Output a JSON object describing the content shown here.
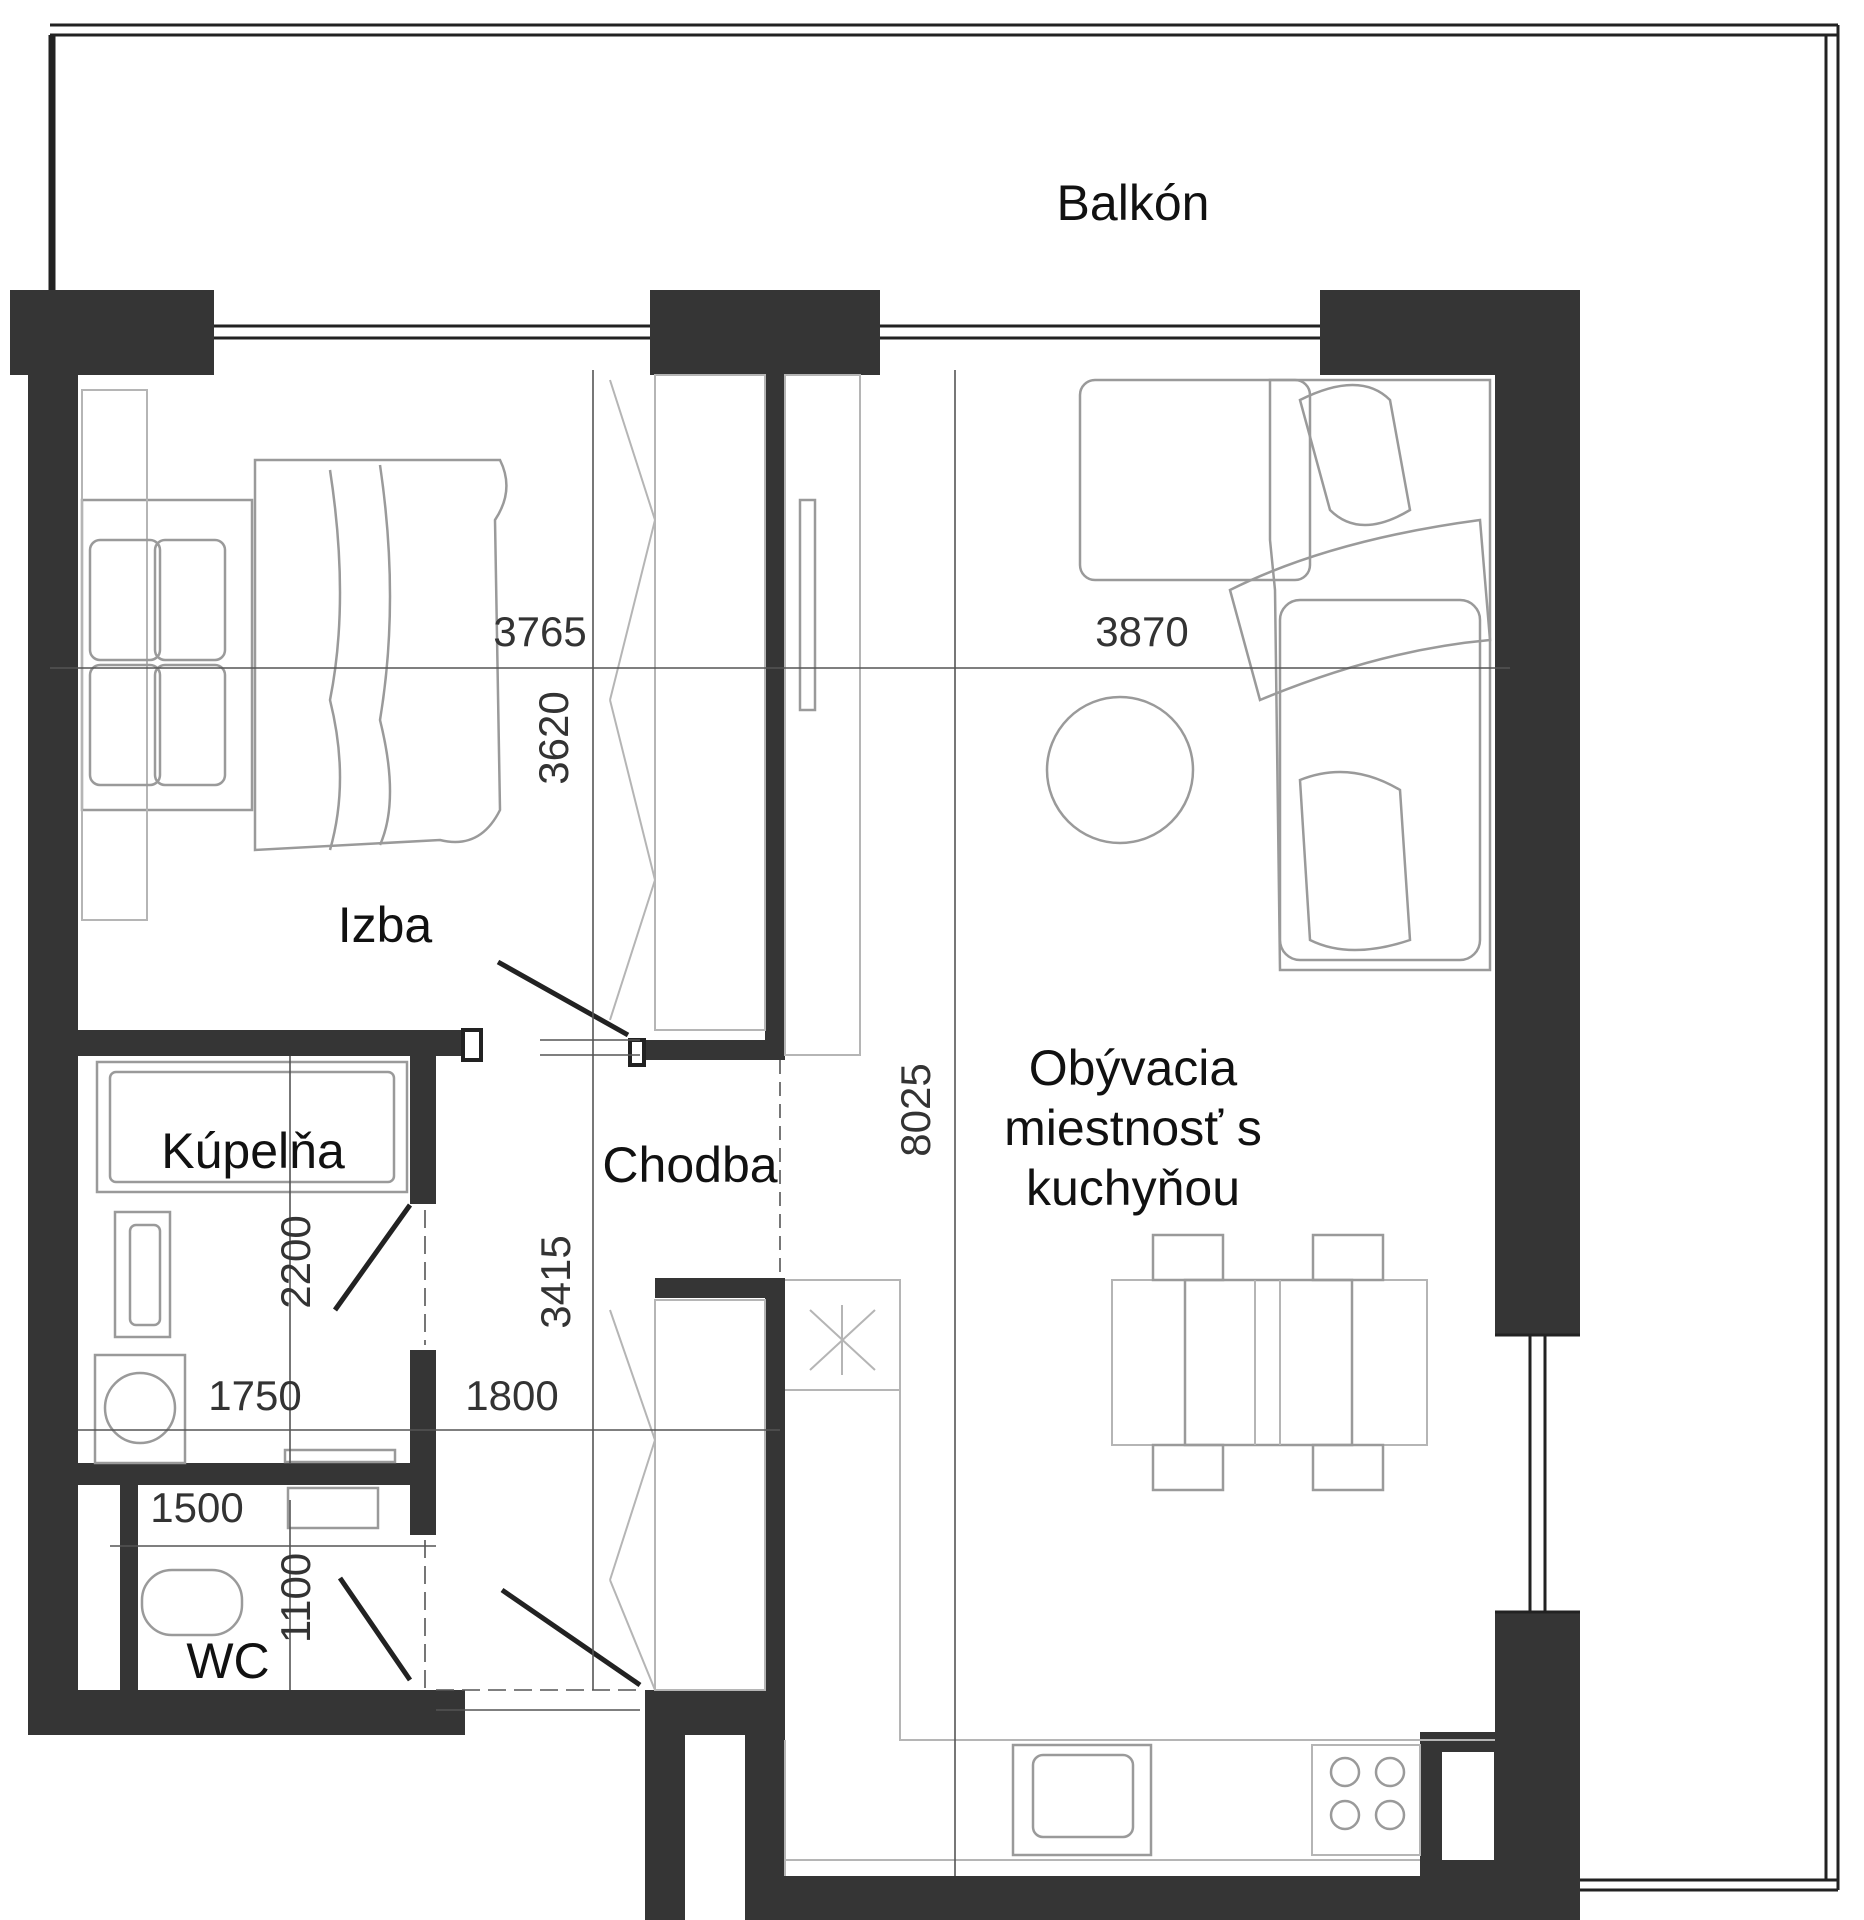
{
  "rooms": {
    "balkon": "Balkón",
    "izba": "Izba",
    "chodba": "Chodba",
    "kupelna": "Kúpelňa",
    "wc": "WC",
    "obyvacia": [
      "Obývacia",
      "miestnosť s",
      "kuchyňou"
    ]
  },
  "dimensions": {
    "izba_width": "3765",
    "izba_depth": "3620",
    "living_width": "3870",
    "living_depth": "8025",
    "kupelna_depth": "2200",
    "kupelna_width": "1750",
    "chodba_depth": "3415",
    "chodba_width": "1800",
    "wc_width": "1500",
    "wc_depth": "1100"
  }
}
